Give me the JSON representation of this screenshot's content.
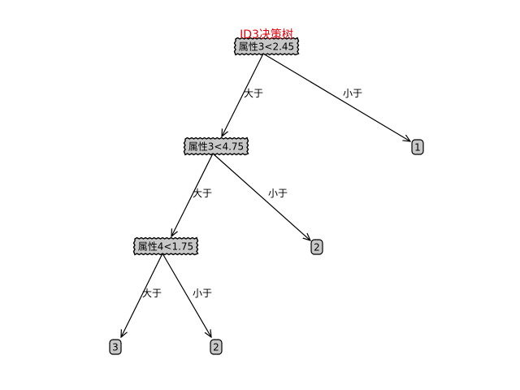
{
  "title": "ID3决策树",
  "nodes": [
    {
      "id": "n1",
      "kind": "decision",
      "label": "属性3<2.45"
    },
    {
      "id": "n2",
      "kind": "decision",
      "label": "属性3<4.75"
    },
    {
      "id": "n3",
      "kind": "decision",
      "label": "属性4<1.75"
    },
    {
      "id": "l1",
      "kind": "leaf",
      "label": "1"
    },
    {
      "id": "l2",
      "kind": "leaf",
      "label": "2"
    },
    {
      "id": "l3",
      "kind": "leaf",
      "label": "3"
    },
    {
      "id": "l4",
      "kind": "leaf",
      "label": "2"
    }
  ],
  "edges": [
    {
      "from": "n1",
      "to": "n2",
      "label": "大于"
    },
    {
      "from": "n1",
      "to": "l1",
      "label": "小于"
    },
    {
      "from": "n2",
      "to": "n3",
      "label": "大于"
    },
    {
      "from": "n2",
      "to": "l2",
      "label": "小于"
    },
    {
      "from": "n3",
      "to": "l3",
      "label": "大于"
    },
    {
      "from": "n3",
      "to": "l4",
      "label": "小于"
    }
  ]
}
